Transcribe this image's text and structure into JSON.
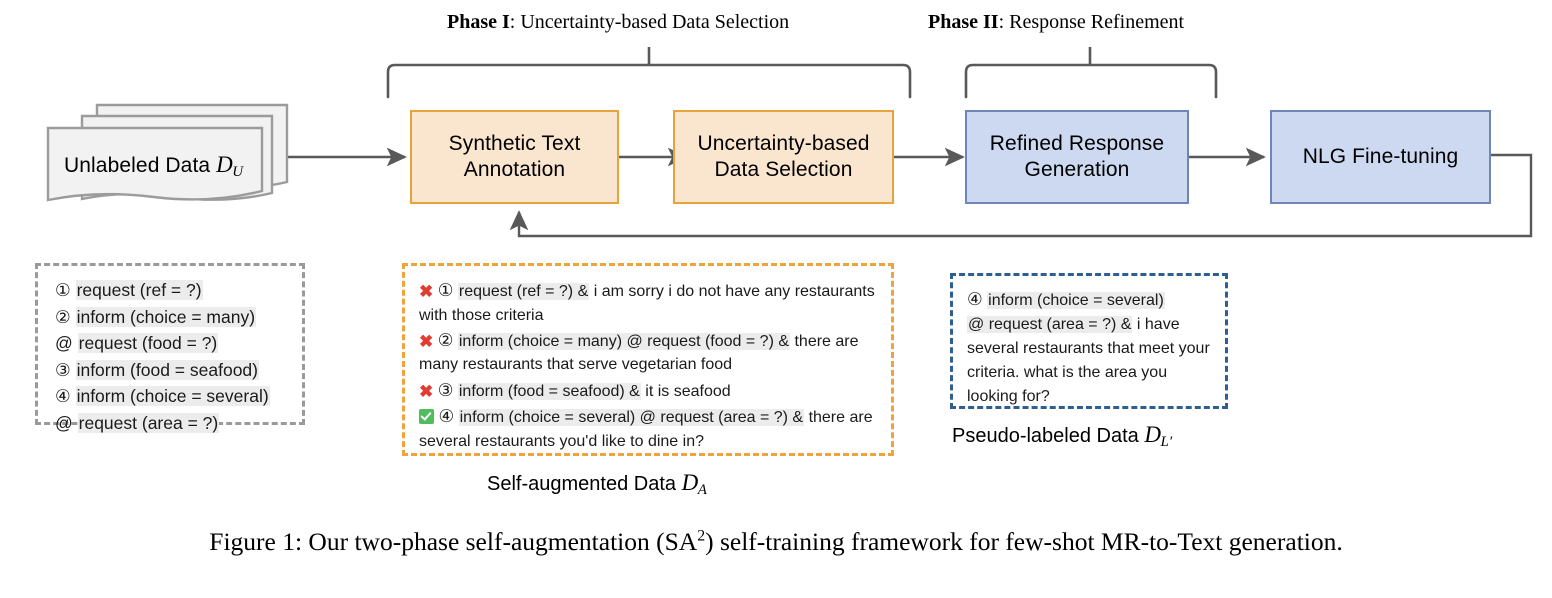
{
  "figure": {
    "caption_prefix": "Figure 1: Our two-phase self-augmentation (SA",
    "caption_sup": "2",
    "caption_suffix": ") self-training framework for few-shot MR-to-Text generation."
  },
  "phases": [
    {
      "label_bold": "Phase I",
      "label_rest": ": Uncertainty-based Data Selection"
    },
    {
      "label_bold": "Phase II",
      "label_rest": ": Response Refinement"
    }
  ],
  "source": {
    "label": "Unlabeled Data",
    "symbol": "D",
    "subscript": "U"
  },
  "pipeline": {
    "boxes": [
      {
        "id": "synthetic-text-annotation",
        "line1": "Synthetic Text",
        "line2": "Annotation",
        "color": "#fae5cf",
        "border": "#e8a33d"
      },
      {
        "id": "uncertainty-based-data-selection",
        "line1": "Uncertainty-based",
        "line2": "Data Selection",
        "color": "#fae5cf",
        "border": "#e8a33d"
      },
      {
        "id": "refined-response-generation",
        "line1": "Refined Response",
        "line2": "Generation",
        "color": "#ccd9f0",
        "border": "#6e86b8"
      },
      {
        "id": "nlg-fine-tuning",
        "line1": "NLG Fine-tuning",
        "line2": "",
        "color": "#ccd9f0",
        "border": "#6e86b8"
      }
    ]
  },
  "unlabeled_panel": {
    "rows": [
      {
        "marker": "①",
        "text": "request (ref = ?)"
      },
      {
        "marker": "②",
        "text": "inform (choice = many)"
      },
      {
        "marker": "@",
        "text": "request (food = ?)"
      },
      {
        "marker": "③",
        "text": "inform (food = seafood)"
      },
      {
        "marker": "④",
        "text": "inform (choice = several)"
      },
      {
        "marker": "@",
        "text": "request (area = ?)"
      }
    ]
  },
  "augmented_panel": {
    "caption_label": "Self-augmented Data",
    "caption_symbol": "D",
    "caption_subscript": "A",
    "items": [
      {
        "mark": "cross",
        "marker": "①",
        "mr": "request (ref = ?) &",
        "response": "i am sorry i do not have any restaurants with those criteria"
      },
      {
        "mark": "cross",
        "marker": "②",
        "mr": "inform (choice = many) @ request (food = ?) &",
        "response": "there are many restaurants that serve vegetarian food"
      },
      {
        "mark": "cross",
        "marker": "③",
        "mr": "inform (food = seafood) &",
        "response": "it is seafood"
      },
      {
        "mark": "check",
        "marker": "④",
        "mr": "inform (choice = several) @ request (area = ?) &",
        "response": "there are several restaurants you'd like to dine in?"
      }
    ]
  },
  "pseudo_panel": {
    "caption_label": "Pseudo-labeled Data",
    "caption_symbol": "D",
    "caption_subscript": "L′",
    "marker": "④",
    "mr_line1": "inform (choice = several)",
    "mr_line2": "@ request (area = ?) &",
    "response": "i have several restaurants that meet your criteria. what is the area you looking for?"
  },
  "colors": {
    "orange_fill": "#fae5cf",
    "orange_border": "#e8a33d",
    "blue_fill": "#ccd9f0",
    "blue_border": "#6e86b8",
    "arrow_gray": "#595959",
    "dashed_gray": "#9a9a9a",
    "dashed_orange": "#f0a33c",
    "dashed_blue": "#2e5f93",
    "cross_red": "#e03c31",
    "check_green": "#4fbd5c",
    "highlight": "#ececec"
  }
}
